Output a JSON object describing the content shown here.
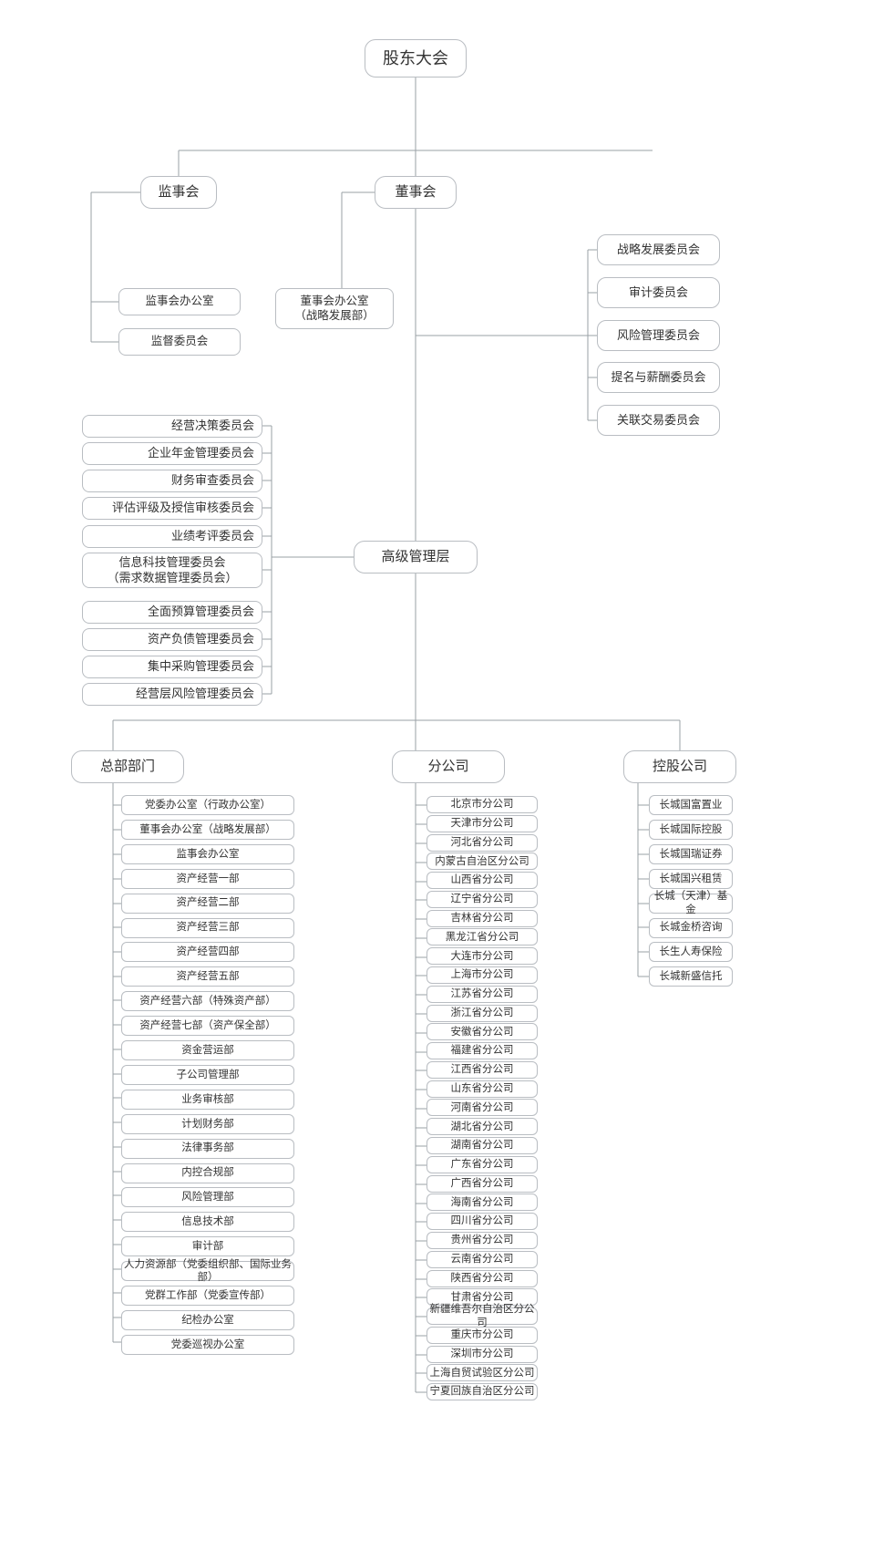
{
  "meta": {
    "title": "公司组织架构图",
    "line_color": "#9aa0a6",
    "box_border": "#b9bdc2",
    "text_color": "#333333",
    "background": "#ffffff"
  },
  "root": {
    "label": "股东大会"
  },
  "level2": {
    "supervisory_board": "监事会",
    "board_of_directors": "董事会"
  },
  "supervisory_offices": [
    "监事会办公室",
    "监督委员会"
  ],
  "board_office": "董事会办公室\n（战略发展部）",
  "board_committees": [
    "战略发展委员会",
    "审计委员会",
    "风险管理委员会",
    "提名与薪酬委员会",
    "关联交易委员会"
  ],
  "senior_management": {
    "label": "高级管理层"
  },
  "management_committees": [
    "经营决策委员会",
    "企业年金管理委员会",
    "财务审查委员会",
    "评估评级及授信审核委员会",
    "业绩考评委员会",
    "信息科技管理委员会\n（需求数据管理委员会）",
    "全面预算管理委员会",
    "资产负债管理委员会",
    "集中采购管理委员会",
    "经营层风险管理委员会"
  ],
  "groups": {
    "hq": {
      "label": "总部部门",
      "items": [
        "党委办公室（行政办公室）",
        "董事会办公室（战略发展部）",
        "监事会办公室",
        "资产经营一部",
        "资产经营二部",
        "资产经营三部",
        "资产经营四部",
        "资产经营五部",
        "资产经营六部（特殊资产部）",
        "资产经营七部（资产保全部）",
        "资金营运部",
        "子公司管理部",
        "业务审核部",
        "计划财务部",
        "法律事务部",
        "内控合规部",
        "风险管理部",
        "信息技术部",
        "审计部",
        "人力资源部（党委组织部、国际业务部）",
        "党群工作部（党委宣传部）",
        "纪检办公室",
        "党委巡视办公室"
      ]
    },
    "branches": {
      "label": "分公司",
      "items": [
        "北京市分公司",
        "天津市分公司",
        "河北省分公司",
        "内蒙古自治区分公司",
        "山西省分公司",
        "辽宁省分公司",
        "吉林省分公司",
        "黑龙江省分公司",
        "大连市分公司",
        "上海市分公司",
        "江苏省分公司",
        "浙江省分公司",
        "安徽省分公司",
        "福建省分公司",
        "江西省分公司",
        "山东省分公司",
        "河南省分公司",
        "湖北省分公司",
        "湖南省分公司",
        "广东省分公司",
        "广西省分公司",
        "海南省分公司",
        "四川省分公司",
        "贵州省分公司",
        "云南省分公司",
        "陕西省分公司",
        "甘肃省分公司",
        "新疆维吾尔自治区分公司",
        "重庆市分公司",
        "深圳市分公司",
        "上海自贸试验区分公司",
        "宁夏回族自治区分公司"
      ]
    },
    "holdings": {
      "label": "控股公司",
      "items": [
        "长城国富置业",
        "长城国际控股",
        "长城国瑞证券",
        "长城国兴租赁",
        "长城（天津）基金",
        "长城金桥咨询",
        "长生人寿保险",
        "长城新盛信托"
      ]
    }
  }
}
